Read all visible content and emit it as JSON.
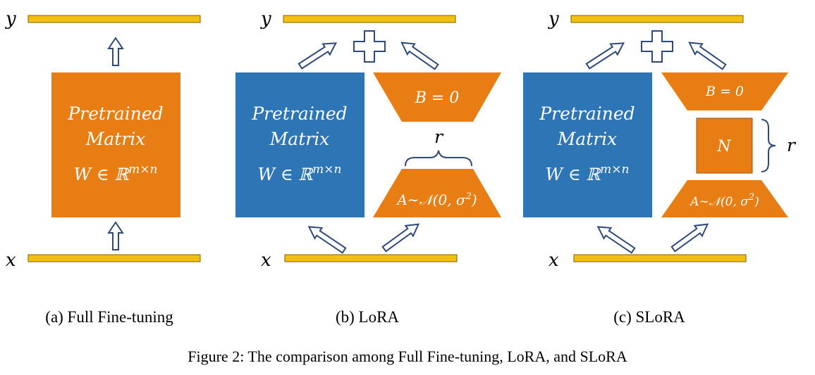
{
  "figure_caption": "Figure 2: The comparison among Full Fine-tuning, LoRA, and SLoRA",
  "colors": {
    "vector_bar": "#F2C010",
    "vector_border": "#7F6000",
    "pretrained_orange": "#E87D13",
    "pretrained_blue": "#2E75B6",
    "adapter_orange": "#E87D13",
    "arrow_stroke": "#2F4A7A",
    "text_white": "#FFFFFF",
    "text_dark": "#000000"
  },
  "panels": {
    "a": {
      "caption": "(a) Full Fine-tuning",
      "output_label": "y",
      "input_label": "x",
      "matrix_line1": "Pretrained",
      "matrix_line2": "Matrix",
      "matrix_formula": "W ∈ ℝm×n"
    },
    "b": {
      "caption": "(b) LoRA",
      "output_label": "y",
      "input_label": "x",
      "matrix_line1": "Pretrained",
      "matrix_line2": "Matrix",
      "matrix_formula": "W ∈ ℝm×n",
      "b_label": "B = 0",
      "a_label": "A∼𝒩(0, σ2)",
      "rank_label": "r",
      "plus_symbol": "+"
    },
    "c": {
      "caption": "(c) SLoRA",
      "output_label": "y",
      "input_label": "x",
      "matrix_line1": "Pretrained",
      "matrix_line2": "Matrix",
      "matrix_formula": "W ∈ ℝm×n",
      "b_label": "B = 0",
      "n_label": "N",
      "a_label": "A∼𝒩(0, σ2)",
      "rank_label": "r",
      "plus_symbol": "+"
    }
  }
}
